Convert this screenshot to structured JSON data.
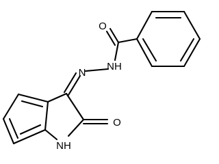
{
  "molecule": {
    "atoms": {
      "o_benzoyl": "O",
      "nh_hydrazide": "NH",
      "n_imine": "N",
      "o_lactam": "O",
      "nh_lactam": "NH"
    },
    "colors": {
      "bond": "#000000",
      "label": "#000000",
      "background": "#ffffff"
    }
  }
}
